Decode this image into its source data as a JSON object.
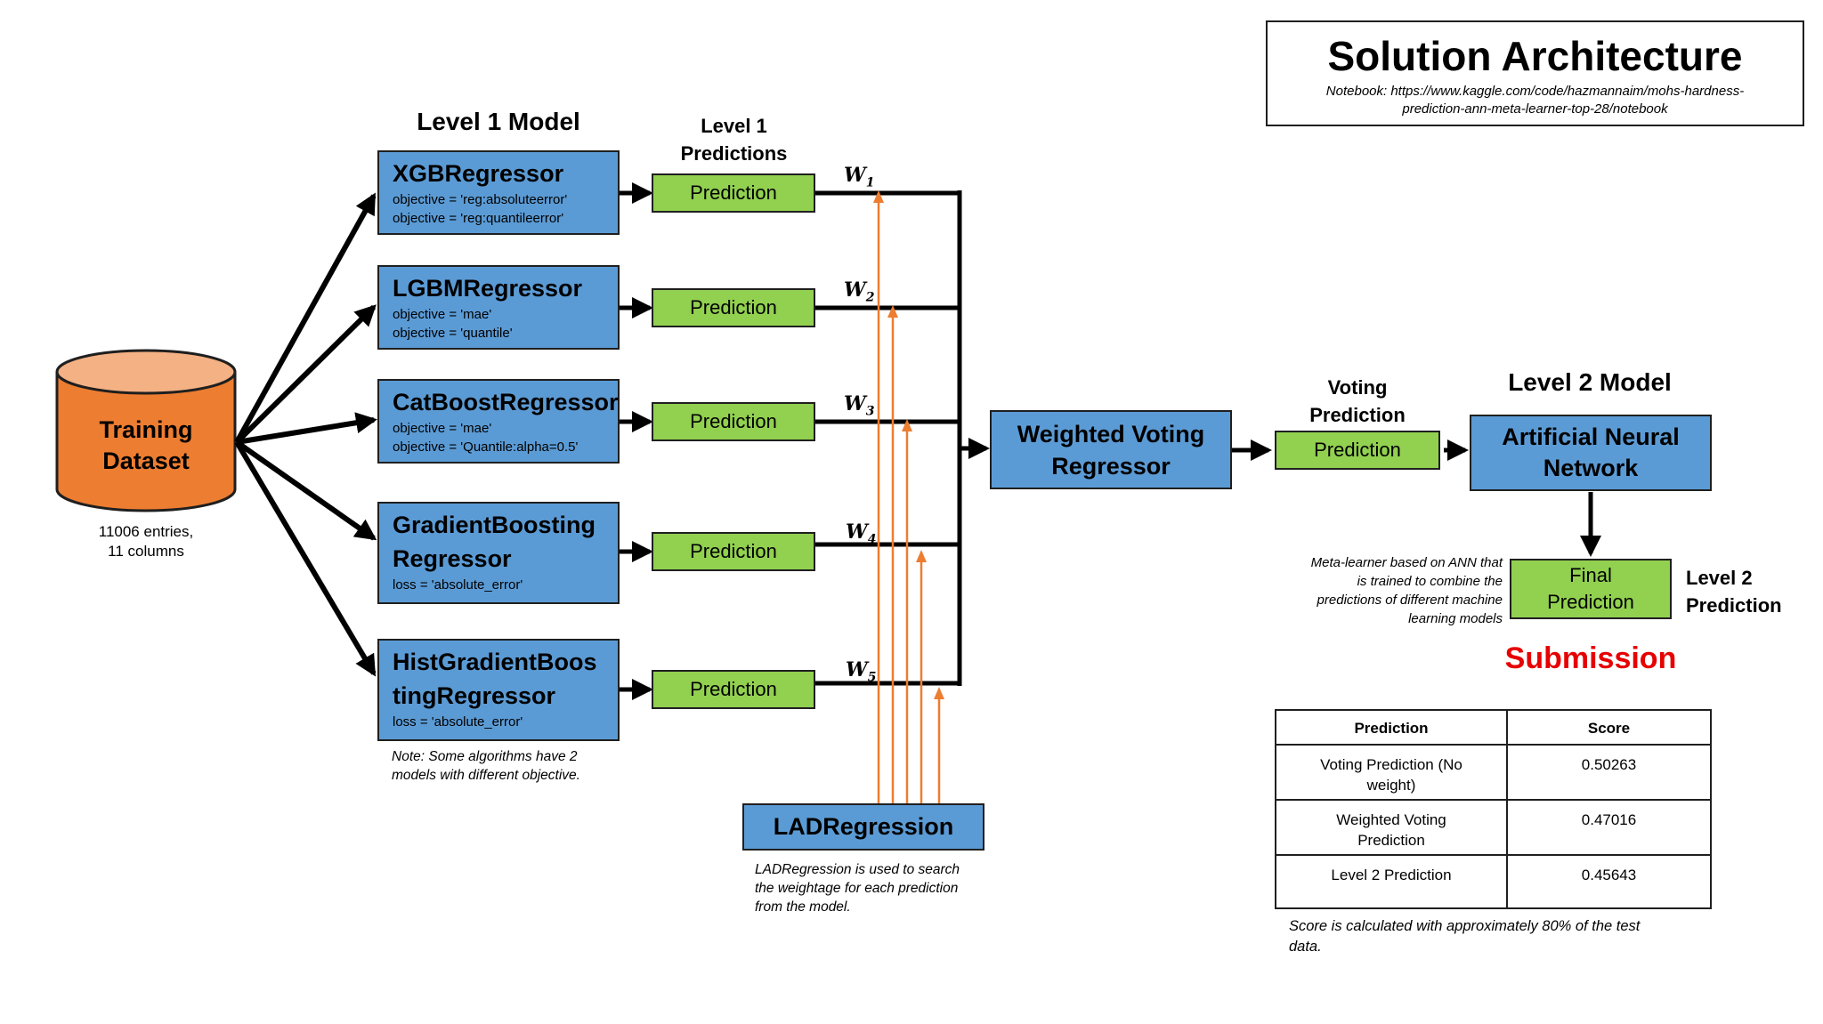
{
  "title_box": {
    "title": "Solution Architecture",
    "notebook_line1": "Notebook: https://www.kaggle.com/code/hazmannaim/mohs-hardness-",
    "notebook_line2": "prediction-ann-meta-learner-top-28/notebook"
  },
  "training": {
    "label_line1": "Training",
    "label_line2": "Dataset",
    "caption_line1": "11006 entries,",
    "caption_line2": "11 columns"
  },
  "level1": {
    "heading": "Level 1 Model",
    "pred_heading_line1": "Level 1",
    "pred_heading_line2": "Predictions",
    "models": [
      {
        "title_line1": "XGBRegressor",
        "title_line2": "",
        "detail_line1": "objective = 'reg:absoluteerror'",
        "detail_line2": "objective = 'reg:quantileerror'"
      },
      {
        "title_line1": "LGBMRegressor",
        "title_line2": "",
        "detail_line1": "objective = 'mae'",
        "detail_line2": "objective = 'quantile'"
      },
      {
        "title_line1": "CatBoostRegressor",
        "title_line2": "",
        "detail_line1": "objective = 'mae'",
        "detail_line2": "objective = 'Quantile:alpha=0.5'"
      },
      {
        "title_line1": "GradientBoosting",
        "title_line2": "Regressor",
        "detail_line1": "loss = 'absolute_error'",
        "detail_line2": ""
      },
      {
        "title_line1": "HistGradientBoos",
        "title_line2": "tingRegressor",
        "detail_line1": "loss = 'absolute_error'",
        "detail_line2": ""
      }
    ],
    "prediction_label": "Prediction",
    "weights": [
      "W1",
      "W2",
      "W3",
      "W4",
      "W5"
    ],
    "note_line1": "Note: Some algorithms have 2",
    "note_line2": "models with different objective."
  },
  "lad": {
    "label": "LADRegression",
    "note_line1": "LADRegression is used to search",
    "note_line2": "the weightage for each prediction",
    "note_line3": "from the model."
  },
  "voting": {
    "label_line1": "Weighted Voting",
    "label_line2": "Regressor",
    "heading_line1": "Voting",
    "heading_line2": "Prediction",
    "prediction_label": "Prediction"
  },
  "level2": {
    "heading": "Level 2 Model",
    "ann_line1": "Artificial Neural",
    "ann_line2": "Network",
    "final_line1": "Final",
    "final_line2": "Prediction",
    "side_label_line1": "Level 2",
    "side_label_line2": "Prediction",
    "meta_note_line1": "Meta-learner based on ANN that",
    "meta_note_line2": "is trained to combine the",
    "meta_note_line3": "predictions of different machine",
    "meta_note_line4": "learning models"
  },
  "submission": "Submission",
  "score_table": {
    "headers": [
      "Prediction",
      "Score"
    ],
    "rows": [
      {
        "pred_line1": "Voting Prediction (No",
        "pred_line2": "weight)",
        "score": "0.50263"
      },
      {
        "pred_line1": "Weighted Voting",
        "pred_line2": "Prediction",
        "score": "0.47016"
      },
      {
        "pred_line1": "Level 2 Prediction",
        "pred_line2": "",
        "score": "0.45643"
      }
    ],
    "note_line1": "Score is calculated with approximately 80% of the test",
    "note_line2": "data."
  },
  "colors": {
    "model_blue": "#5b9bd5",
    "prediction_green": "#92d050",
    "dataset_orange": "#ed7d31",
    "dataset_top": "#f4b183",
    "lad_arrow": "#ed7d31",
    "submission_red": "#e60000"
  }
}
